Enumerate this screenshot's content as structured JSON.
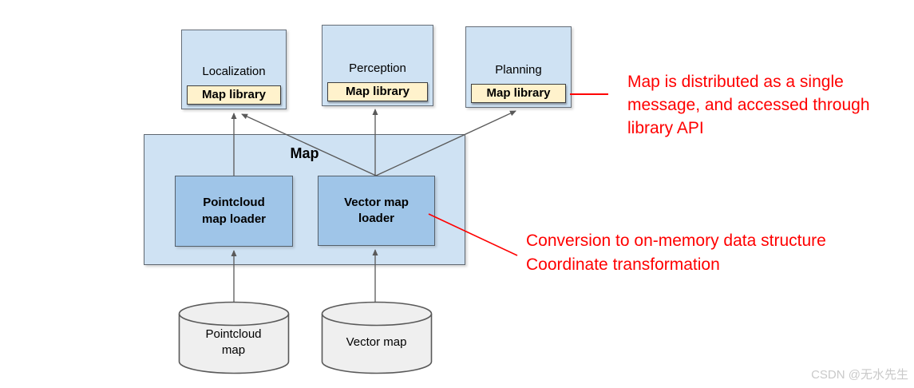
{
  "colors": {
    "top_box_fill": "#cfe2f3",
    "library_fill": "#fff2cc",
    "container_fill": "#cfe2f3",
    "loader_fill": "#9fc5e8",
    "cylinder_fill": "#efefef",
    "arrow_color": "#595959",
    "annotation_color": "#ff0000",
    "watermark_color": "#c9c9c9"
  },
  "nodes": {
    "localization": {
      "label": "Localization",
      "library_label": "Map library"
    },
    "perception": {
      "label": "Perception",
      "library_label": "Map library"
    },
    "planning": {
      "label": "Planning",
      "library_label": "Map library"
    },
    "map_container": {
      "label": "Map"
    },
    "pointcloud_loader": {
      "label": "Pointcloud map loader"
    },
    "vector_loader": {
      "label": "Vector map loader"
    },
    "pointcloud_map_store": {
      "label": "Pointcloud map"
    },
    "vector_map_store": {
      "label": "Vector map"
    }
  },
  "annotations": {
    "library_api": {
      "lines": [
        "Map is distributed as a single",
        "message, and accessed through",
        "library API"
      ]
    },
    "conversion": {
      "lines": [
        "Conversion to on-memory data structure",
        "Coordinate transformation"
      ]
    }
  },
  "watermark": {
    "text": "CSDN @无水先生"
  }
}
